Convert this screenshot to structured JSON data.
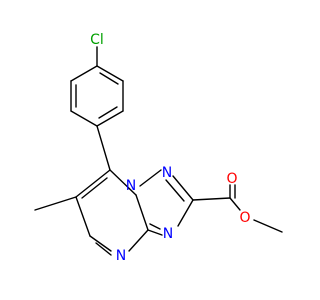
{
  "molecule": {
    "atoms": {
      "cl": "Cl",
      "n1": "N",
      "n2": "N",
      "n3": "N",
      "n4": "N",
      "o1": "O",
      "o2": "O"
    },
    "colors": {
      "bond": "#000000",
      "chlorine": "#00a000",
      "nitrogen": "#0000ff",
      "oxygen": "#ff0000"
    }
  }
}
